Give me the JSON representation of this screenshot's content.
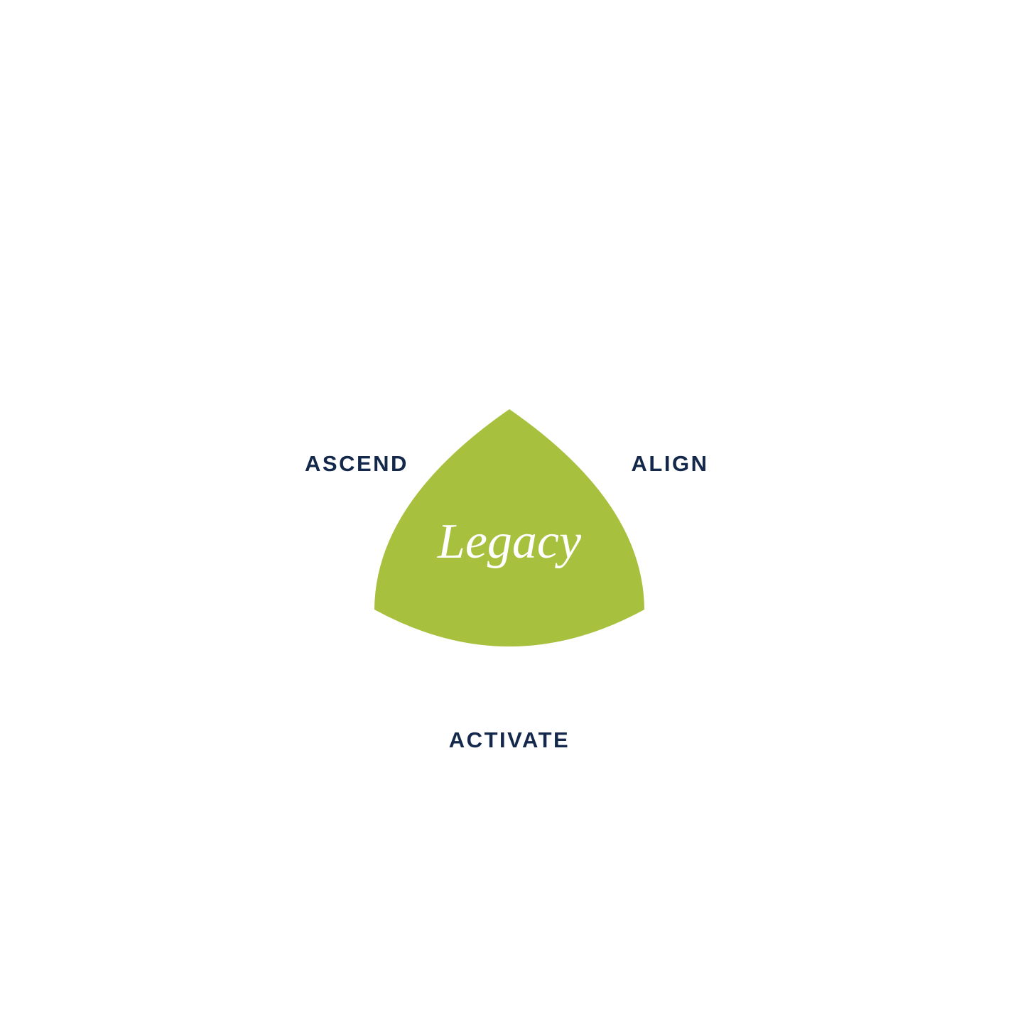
{
  "diagram": {
    "center_label": "Legacy",
    "labels": {
      "top_left": "ASCEND",
      "top_right": "ALIGN",
      "bottom": "ACTIVATE"
    }
  },
  "colors": {
    "shape_fill": "#a7c13f",
    "label_text": "#14284b",
    "center_text": "#ffffff"
  }
}
